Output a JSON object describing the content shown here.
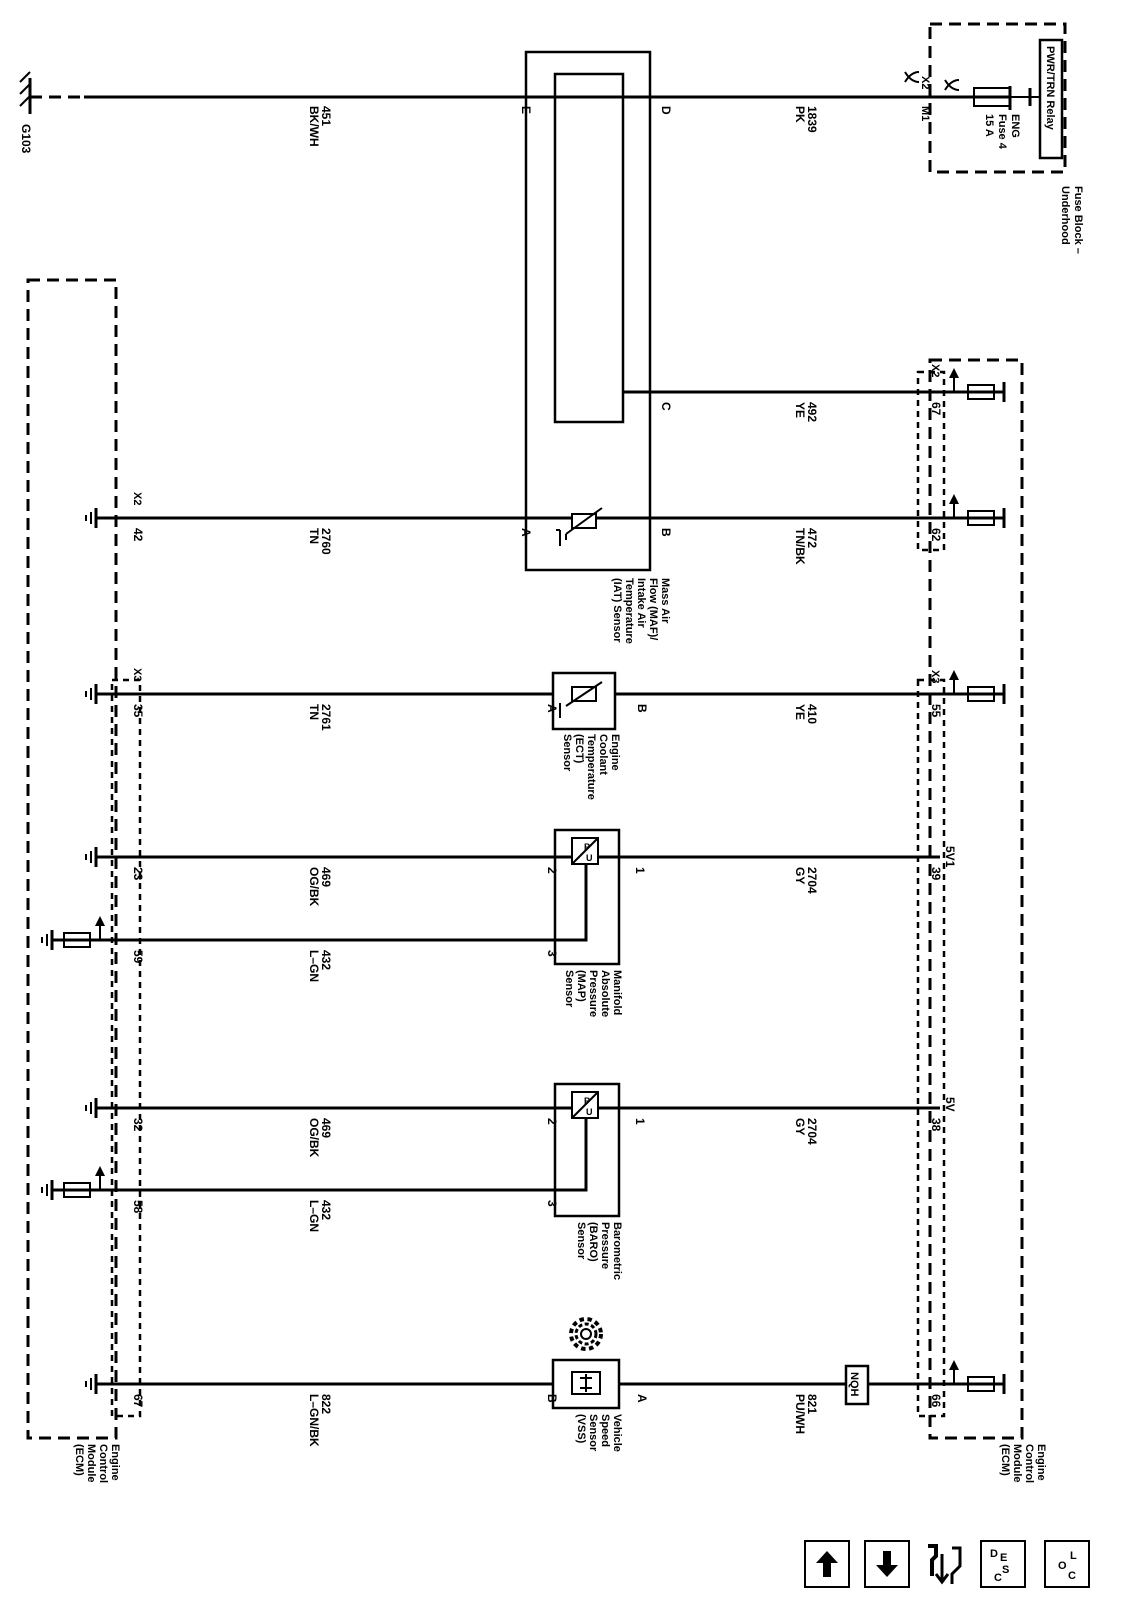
{
  "fuse_block": {
    "relay": "PWR/TRN Relay",
    "fuse_line1": "ENG",
    "fuse_line2": "Fuse 4",
    "fuse_line3": "15 A",
    "name_line1": "Fuse Block –",
    "name_line2": "Underhood",
    "conn_x2": "X2",
    "conn_m1": "M1"
  },
  "ground": {
    "label": "G103"
  },
  "ecm": {
    "line1": "Engine",
    "line2": "Control",
    "line3": "Module",
    "line4": "(ECM)"
  },
  "connectors": {
    "x2": "X2",
    "x3": "X3"
  },
  "sensors": {
    "maf": {
      "lines": [
        "Mass Air",
        "Flow (MAF)/",
        "Intake Air",
        "Temperature",
        "(IAT) Sensor"
      ]
    },
    "ect": {
      "lines": [
        "Engine",
        "Coolant",
        "Temperature",
        "(ECT)",
        "Sensor"
      ]
    },
    "map": {
      "lines": [
        "Manifold",
        "Absolute",
        "Pressure",
        "(MAP)",
        "Sensor"
      ]
    },
    "baro": {
      "lines": [
        "Barometric",
        "Pressure",
        "(BARO)",
        "Sensor"
      ]
    },
    "vss": {
      "lines": [
        "Vehicle",
        "Speed",
        "Sensor",
        "(VSS)"
      ]
    }
  },
  "wires": {
    "w451": {
      "num": "451",
      "color": "BK/WH"
    },
    "w1839": {
      "num": "1839",
      "color": "PK"
    },
    "w492": {
      "num": "492",
      "color": "YE"
    },
    "w2760": {
      "num": "2760",
      "color": "TN"
    },
    "w472": {
      "num": "472",
      "color": "TN/BK"
    },
    "w2761": {
      "num": "2761",
      "color": "TN"
    },
    "w410": {
      "num": "410",
      "color": "YE"
    },
    "w469a": {
      "num": "469",
      "color": "OG/BK"
    },
    "w2704a": {
      "num": "2704",
      "color": "GY"
    },
    "w432a": {
      "num": "432",
      "color": "L–GN"
    },
    "w469b": {
      "num": "469",
      "color": "OG/BK"
    },
    "w2704b": {
      "num": "2704",
      "color": "GY"
    },
    "w432b": {
      "num": "432",
      "color": "L–GN"
    },
    "w822": {
      "num": "822",
      "color": "L–GN/BK"
    },
    "w821": {
      "num": "821",
      "color": "PU/WH"
    }
  },
  "pins": {
    "maf_e": "E",
    "maf_d": "D",
    "maf_c": "C",
    "maf_a": "A",
    "maf_b": "B",
    "ect_a": "A",
    "ect_b": "B",
    "map_1": "1",
    "map_2": "2",
    "map_3": "3",
    "baro_1": "1",
    "baro_2": "2",
    "baro_3": "3",
    "vss_a": "A",
    "vss_b": "B",
    "ecm_67r": "67",
    "ecm_62": "62",
    "ecm_55": "55",
    "ecm_39": "39",
    "ecm_38": "38",
    "ecm_66": "66",
    "ecm_42": "42",
    "ecm_35": "35",
    "ecm_23": "23",
    "ecm_59": "59",
    "ecm_32": "32",
    "ecm_58": "58",
    "ecm_67l": "67"
  },
  "supply": {
    "five_v1": "5V1",
    "five_v": "5V"
  },
  "nqh": "NQH",
  "nav": {
    "desc_letters": [
      "D",
      "E",
      "S",
      "C"
    ],
    "loc_letters": [
      "L",
      "O",
      "C"
    ]
  }
}
